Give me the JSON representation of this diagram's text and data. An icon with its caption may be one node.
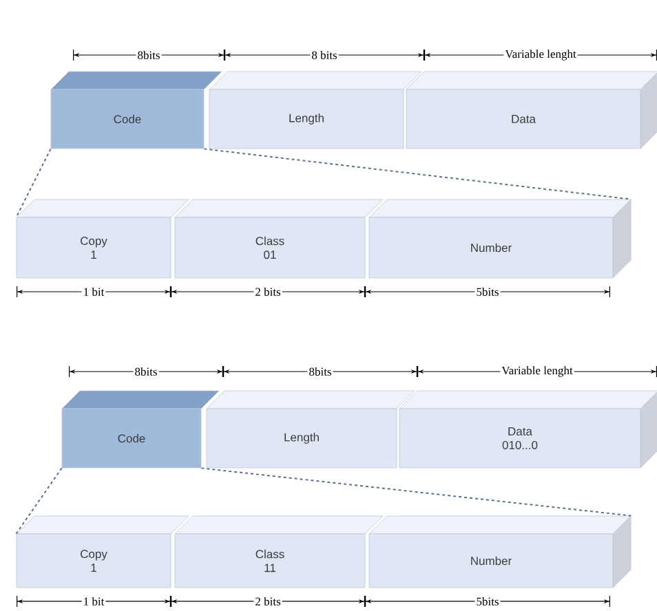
{
  "diagram": {
    "nodes": [
      {
        "text": [
          "Code"
        ]
      },
      {
        "text": [
          "Length"
        ]
      },
      {
        "text": [
          "Data"
        ]
      },
      {
        "text": [
          "Copy",
          "1"
        ]
      },
      {
        "text": [
          "Class",
          "01"
        ]
      },
      {
        "text": [
          "Number"
        ]
      },
      {
        "text": [
          "Code"
        ]
      },
      {
        "text": [
          "Length"
        ]
      },
      {
        "text": [
          "Data",
          "010...0"
        ]
      },
      {
        "text": [
          "Copy",
          "1"
        ]
      },
      {
        "text": [
          "Class",
          "11"
        ]
      },
      {
        "text": [
          "Number"
        ]
      }
    ],
    "edges": [
      {
        "from": 0,
        "to": 3,
        "arrow": "none",
        "style": "dashed"
      },
      {
        "from": 0,
        "to": 5,
        "arrow": "none",
        "style": "dashed"
      },
      {
        "from": 6,
        "to": 9,
        "arrow": "none",
        "style": "dashed"
      },
      {
        "from": 6,
        "to": 11,
        "arrow": "none",
        "style": "dashed"
      }
    ],
    "labels": [
      "8bits",
      "8 bits",
      "Variable lenght",
      "1 bit",
      "2 bits",
      "5bits",
      "8bits",
      "8bits",
      "Variable lenght",
      "1 bit",
      "2 bits",
      "5bits"
    ]
  }
}
